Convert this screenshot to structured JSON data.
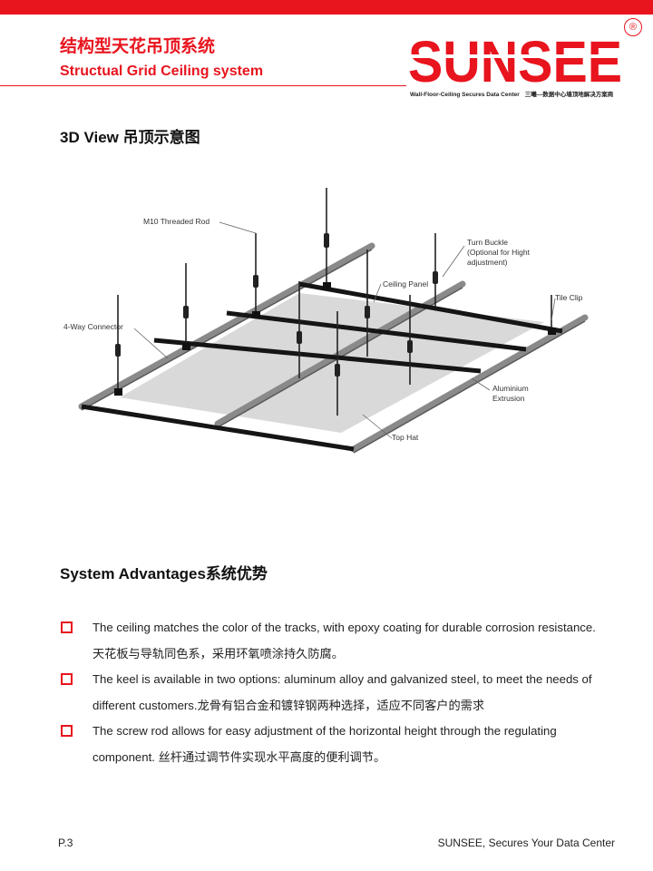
{
  "header": {
    "title_cn": "结构型天花吊顶系统",
    "title_en": "Structual Grid Ceiling system"
  },
  "logo": {
    "brand": "SUNSEE",
    "registered": "®",
    "tagline_en": "Wall-Floor-Ceiling Secures Data Center",
    "tagline_cn": "三曦—数据中心墙顶地解决方案商",
    "color": "#e8141e"
  },
  "view_section": {
    "heading": "3D View 吊顶示意图"
  },
  "diagram": {
    "labels": {
      "rod": "M10 Threaded Rod",
      "turn_buckle": [
        "Turn Buckle",
        "(Optional for Hight",
        "adjustment)"
      ],
      "panel": "Ceiling Panel",
      "clip": "Tile Clip",
      "connector": "4-Way Connector",
      "extrusion": [
        "Aluminium",
        "Extrusion"
      ],
      "top_hat": "Top Hat"
    }
  },
  "advantages": {
    "heading": "System Advantages系统优势",
    "items": [
      "The ceiling matches the color of the tracks, with epoxy coating for durable corrosion resistance. 天花板与导轨同色系，采用环氧喷涂持久防腐。",
      "The keel is available in two options: aluminum alloy and galvanized steel, to meet the needs of different customers.龙骨有铝合金和镀锌钢两种选择，适应不同客户的需求",
      "The screw rod allows for easy adjustment of the horizontal height through the regulating component. 丝杆通过调节件实现水平高度的便利调节。"
    ]
  },
  "footer": {
    "page": "P.3",
    "slogan": "SUNSEE, Secures Your Data Center"
  }
}
